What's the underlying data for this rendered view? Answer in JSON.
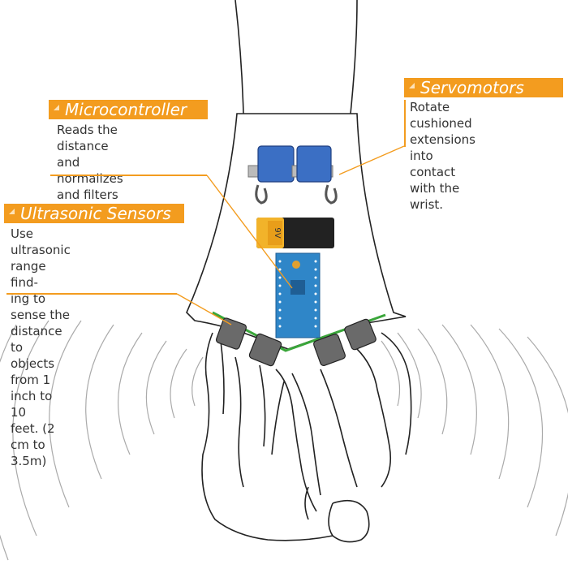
{
  "callouts": {
    "microcontroller": {
      "title": "Microcontroller",
      "description": "Reads the distance and\nnormalizes and filters\nthe result."
    },
    "servomotors": {
      "title": "Servomotors",
      "description": "Rotate cushioned\nextensions into contact\nwith the wrist."
    },
    "ultrasonic": {
      "title": "Ultrasonic Sensors",
      "description": "Use ultrasonic range find-\ning to sense the distance to\nobjects from 1 inch to 10\nfeet.   (2 cm to 3.5m)"
    }
  },
  "battery": {
    "label": "9V"
  },
  "colors": {
    "accent": "#f39c1f",
    "servo_blue": "#3b6fc4",
    "board_blue": "#2f86c8",
    "wire_green": "#3aa63a",
    "battery_yellow": "#f2b32a"
  }
}
